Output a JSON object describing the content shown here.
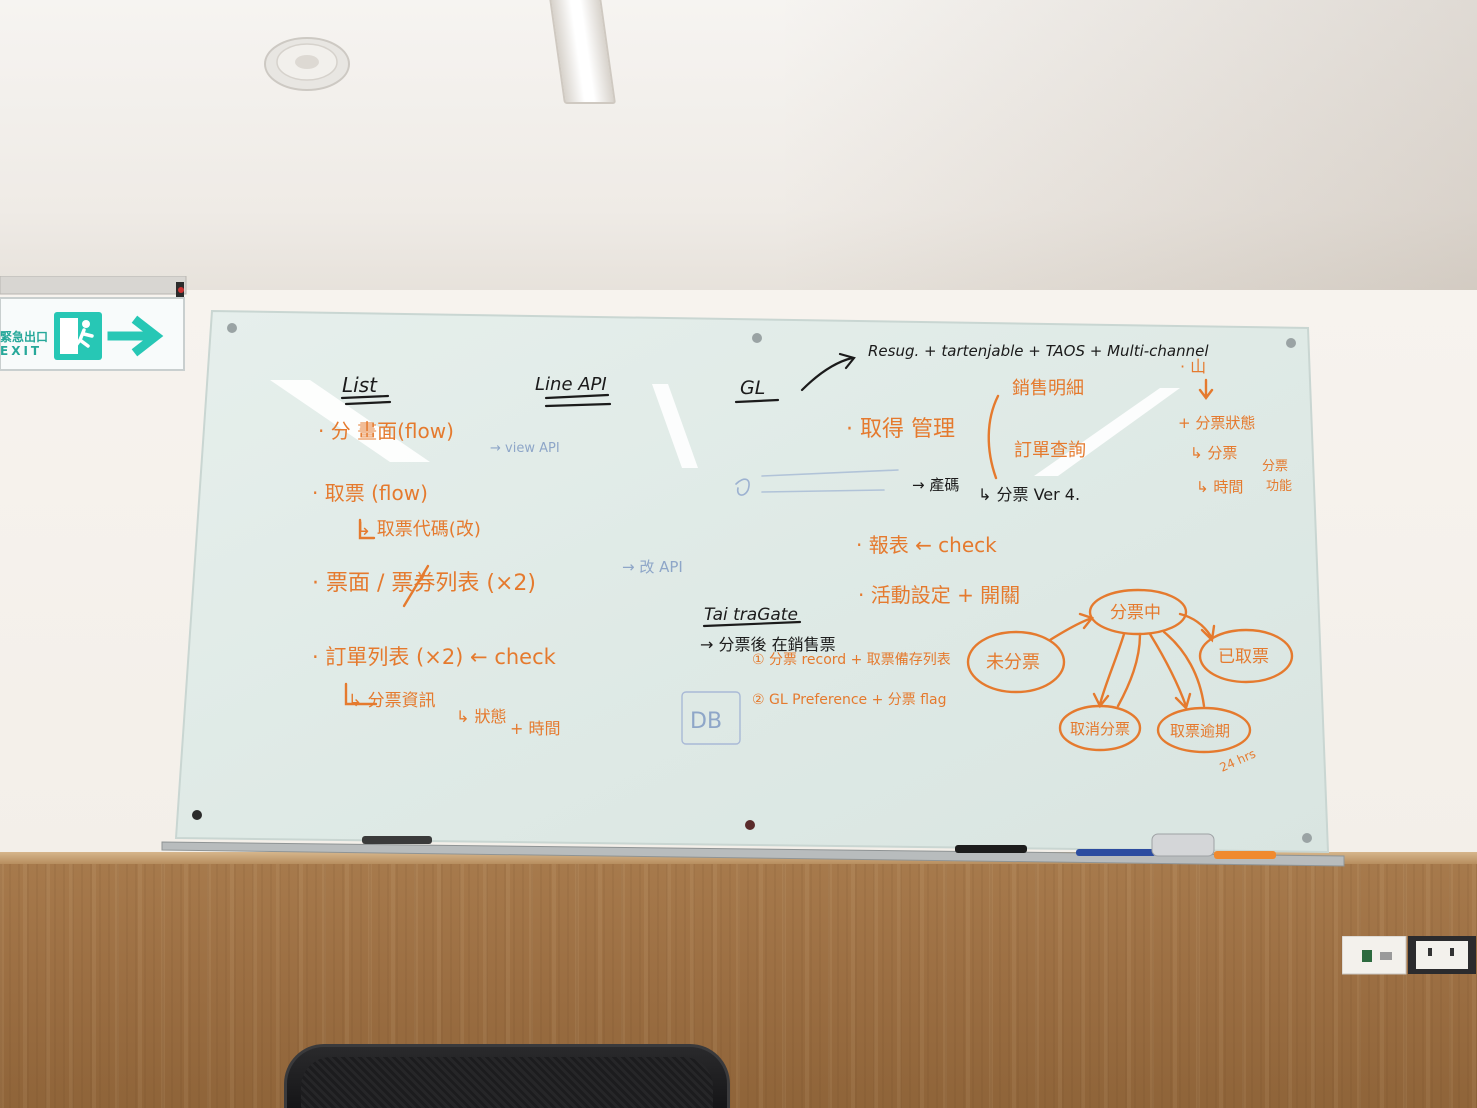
{
  "scene": {
    "exit_sign": {
      "text_cn": "緊急出口",
      "text_en": "EXIT",
      "icon": "running-man-icon",
      "arrow": "right-arrow-icon",
      "color": "#27c7b5"
    },
    "whiteboard": {
      "columns": [
        {
          "heading": "List",
          "items": [
            "· 分 畫面(flow)",
            "· 取票 (flow)",
            "↳ 取票代碼(改)",
            "· 票面 / 票券列表 (×2)",
            "· 訂單列表 (×2) ← check",
            "↳ 分票資訊",
            "↳ 狀態",
            "+ 時間"
          ],
          "notes": [
            "→ view API",
            "→ 改 API"
          ]
        },
        {
          "heading": "Line API",
          "items": []
        },
        {
          "heading": "GL",
          "items": [
            "· 取得 管理",
            "→ 產碼",
            "↳ 分票 Ver 4.",
            "· 報表 ← check",
            "· 活動設定 + 開關"
          ],
          "right_notes": [
            "銷售明細",
            "訂單查詢"
          ]
        }
      ],
      "top_line": "Resug. + tartenjable + TAOS + Multi-channel",
      "right_column": [
        "· 山",
        "+ 分票狀態",
        "↳ 分票",
        "↳ 時間",
        "分票",
        "功能"
      ],
      "integration_block": {
        "heading": "Tai traGate",
        "line1": "→ 分票後 在銷售票",
        "line2": "① 分票 record + 取票備存列表",
        "line3": "② GL Preference + 分票 flag",
        "db_label": "DB"
      },
      "state_diagram": {
        "nodes": [
          "未分票",
          "分票中",
          "已取票",
          "取消分票",
          "取票逾期"
        ],
        "note": "24 hrs"
      }
    }
  }
}
